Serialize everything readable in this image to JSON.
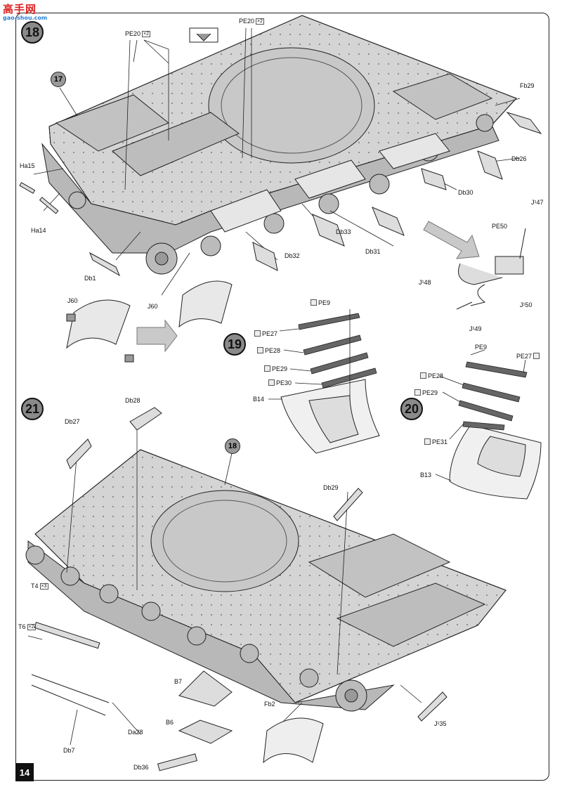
{
  "watermark": {
    "text": "高手网",
    "sub": "gao-shou.com"
  },
  "page_number": "14",
  "steps": {
    "s18": "18",
    "s19": "19",
    "s20": "20",
    "s21": "21"
  },
  "refs": {
    "r17": "17",
    "r18": "18"
  },
  "labels": {
    "pe20_a": "PE20",
    "pe20_a_qty": "×2",
    "pe20_b": "PE20",
    "pe20_b_qty": "×2",
    "fb29": "Fb29",
    "db26": "Db26",
    "db30": "Db30",
    "db31": "Db31",
    "db32": "Db32",
    "db33": "Db33",
    "db1": "Db1",
    "ha15": "Ha15",
    "ha14": "Ha14",
    "j60_a": "J60",
    "j60_b": "J60",
    "j47": "J¹47",
    "pe50": "PE50",
    "j48": "J¹48",
    "j49": "J¹49",
    "j50": "J¹50",
    "pe9_a": "PE9",
    "pe27_a": "PE27",
    "pe28_a": "PE28",
    "pe29_a": "PE29",
    "pe30": "PE30",
    "b14": "B14",
    "pe9_b": "PE9",
    "pe27_b": "PE27",
    "pe28_b": "PE28",
    "pe29_b": "PE29",
    "pe31": "PE31",
    "b13": "B13",
    "db28": "Db28",
    "db27": "Db27",
    "db29": "Db29",
    "t4": "T4",
    "t4_qty": "×3",
    "t6": "T6",
    "t6_qty": "×2",
    "b7": "B7",
    "b6": "B6",
    "db36": "Db36",
    "da28": "Da28",
    "db7": "Db7",
    "fb2": "Fb2",
    "j35": "J¹35"
  },
  "colors": {
    "hull": "#d4d4d4",
    "hull_dark": "#a8a8a8",
    "line": "#222222",
    "arrow": "#c9c9c9",
    "step_circle": "#8a8a8a"
  }
}
